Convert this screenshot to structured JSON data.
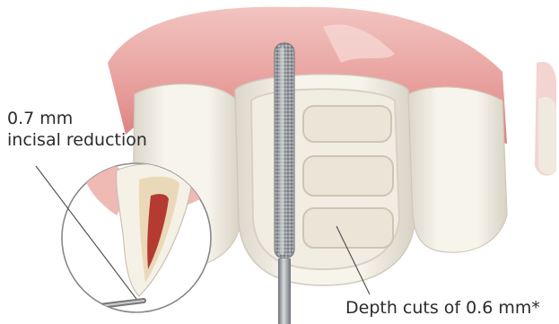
{
  "callouts": {
    "incisal_reduction": {
      "line1": "0.7 mm",
      "line2": "incisal reduction"
    },
    "depth_cuts": {
      "text": "Depth cuts of 0.6 mm*"
    }
  },
  "colors": {
    "gingiva": "#e8a9a6",
    "gingiva_highlight": "#f4cfcb",
    "enamel": "#f3efe6",
    "enamel_shadow": "#dcd6ca",
    "bur_shank": "#a8acb0",
    "bur_diamond": "#8c8f93",
    "leader_line": "#555555"
  }
}
